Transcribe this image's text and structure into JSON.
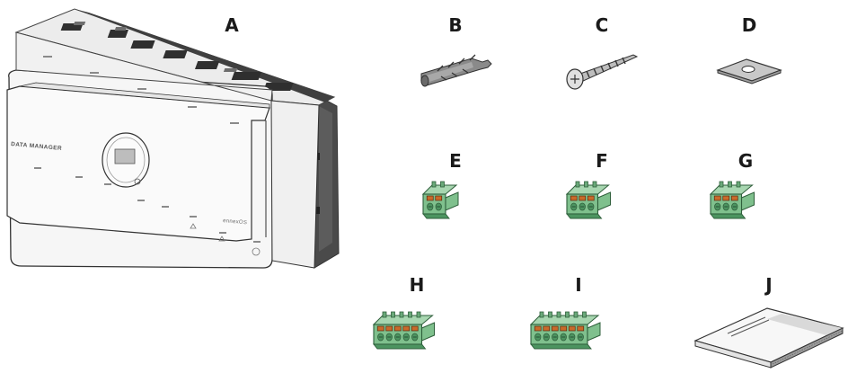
{
  "labels": {
    "a": "A",
    "b": "B",
    "c": "C",
    "d": "D",
    "e": "E",
    "f": "F",
    "g": "G",
    "h": "H",
    "i": "I",
    "j": "J"
  },
  "device": {
    "name": "DATA MANAGER",
    "brand": "ennexOS"
  },
  "colors": {
    "connector_green": "#7fc08d",
    "connector_dark": "#4c9460",
    "screw_orange": "#c96a2a",
    "device_body": "#f4f4f4",
    "device_dark": "#4a4a4a"
  }
}
